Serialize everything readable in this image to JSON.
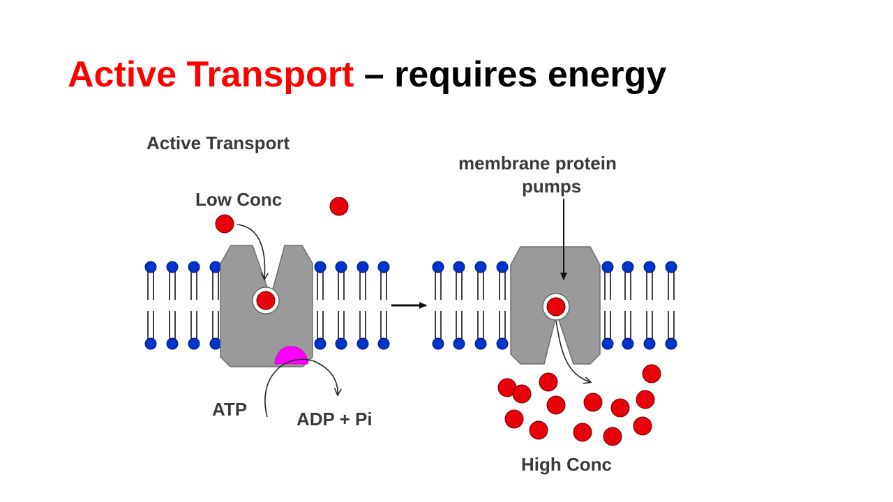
{
  "slide": {
    "title_highlight": "Active Transport",
    "title_rest": " – requires energy"
  },
  "diagram": {
    "heading": "Active Transport",
    "low_conc": "Low Conc",
    "high_conc": "High Conc",
    "pump_label_line1": "membrane protein",
    "pump_label_line2": "pumps",
    "atp": "ATP",
    "adp": "ADP + Pi"
  },
  "colors": {
    "title_accent": "#ff0000",
    "molecule": "#e8000b",
    "phospholipid_head": "#0033cc",
    "protein": "#9a9a9a",
    "atp_site": "#ff00ff"
  }
}
